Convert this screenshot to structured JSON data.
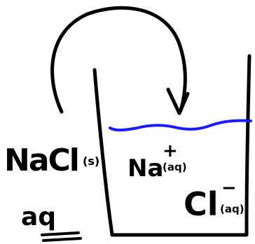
{
  "labels": {
    "solid": {
      "formula": "NaCl",
      "state": "(s)"
    },
    "solvent": "aq",
    "cation": {
      "symbol": "Na",
      "charge": "+",
      "state": "(aq)"
    },
    "anion": {
      "symbol": "Cl",
      "charge": "−",
      "state": "(aq)"
    }
  },
  "colors": {
    "ink": "#000000",
    "water": "#1a1aff",
    "background": "#ffffff"
  }
}
